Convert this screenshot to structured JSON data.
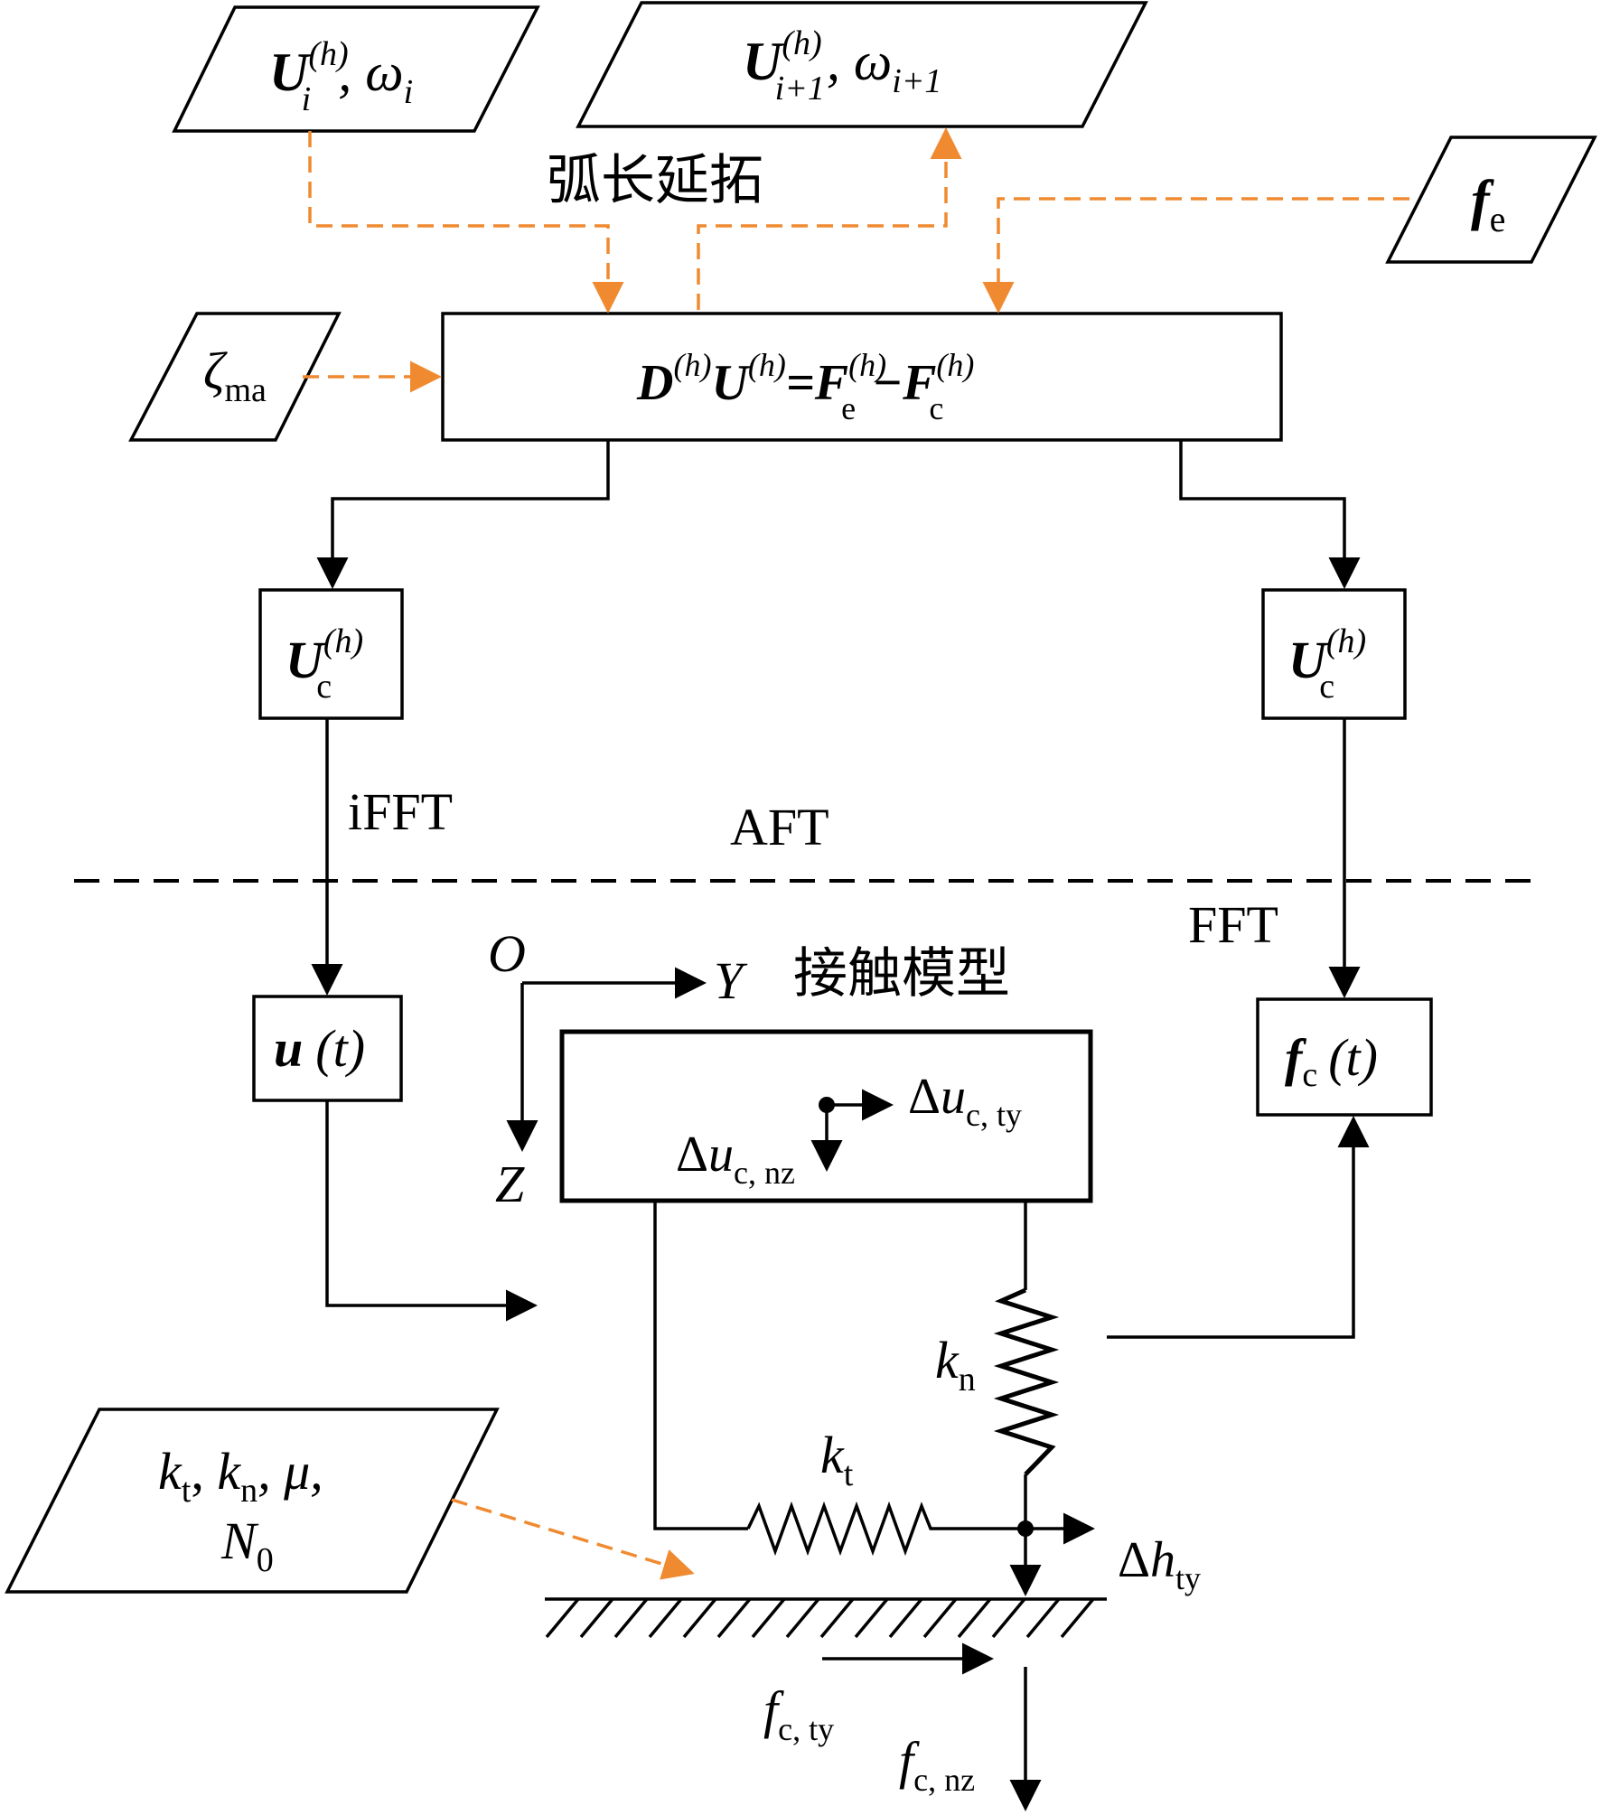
{
  "colors": {
    "line": "#000000",
    "arc_arrow": "#f08a30",
    "dashed_gray": "#9a9a9a"
  },
  "labels": {
    "arc_length": "弧长延拓",
    "contact_model": "接触模型",
    "aft": "AFT",
    "ifft": "iFFT",
    "fft": "FFT",
    "axis_o": "O",
    "axis_y": "Y",
    "axis_z": "Z"
  },
  "nodes": {
    "u_i": {
      "sym": "U",
      "sup": "(h)",
      "sub": "i",
      "rest": ", ω",
      "rest_sub": "i"
    },
    "u_i1": {
      "sym": "U",
      "sup": "(h)",
      "sub": "i+1",
      "rest": ", ω",
      "rest_sub": "i+1"
    },
    "f_e": {
      "sym": "f",
      "sub": "e"
    },
    "zeta": {
      "sym": "ζ",
      "sub": "ma"
    },
    "equation": {
      "d": "D",
      "u": "U",
      "f": "F",
      "sup": "(h)",
      "sub_e": "e",
      "sub_c": "c",
      "eq": "=",
      "minus": "−"
    },
    "uc_left": {
      "sym": "U",
      "sup": "(h)",
      "sub": "c"
    },
    "uc_right": {
      "sym": "U",
      "sup": "(h)",
      "sub": "c"
    },
    "u_t": {
      "sym": "u",
      "arg": "(t)"
    },
    "fc_t": {
      "sym": "f",
      "sub": "c",
      "arg": "(t)"
    },
    "params": {
      "line1": [
        "k",
        "t",
        ", ",
        "k",
        "n",
        ", μ,"
      ],
      "line2": [
        "N",
        "0"
      ]
    }
  },
  "contact": {
    "du_ty": {
      "pre": "Δ",
      "sym": "u",
      "sub": "c, ty"
    },
    "du_nz": {
      "pre": "Δ",
      "sym": "u",
      "sub": "c, nz"
    },
    "kn": {
      "sym": "k",
      "sub": "n"
    },
    "kt": {
      "sym": "k",
      "sub": "t"
    },
    "dh_ty": {
      "pre": "Δ",
      "sym": "h",
      "sub": "ty"
    },
    "fc_ty": {
      "sym": "f",
      "sub": "c, ty"
    },
    "fc_nz": {
      "sym": "f",
      "sub": "c, nz"
    }
  }
}
